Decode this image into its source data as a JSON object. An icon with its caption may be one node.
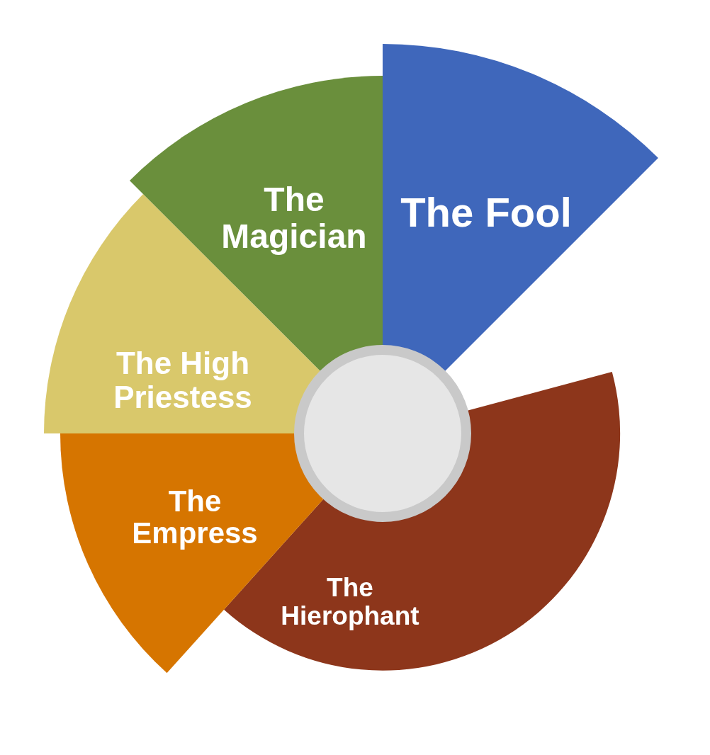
{
  "diagram": {
    "nodes": [
      {
        "text": [
          "The Fool"
        ]
      },
      {
        "text": [
          "The Magician"
        ]
      },
      {
        "text": [
          "The High Priestess"
        ]
      },
      {
        "text": [
          "The Empress"
        ]
      },
      {
        "text": [
          "The Hierophant"
        ]
      },
      {
        "text": [],
        "shape": "circle"
      }
    ]
  }
}
